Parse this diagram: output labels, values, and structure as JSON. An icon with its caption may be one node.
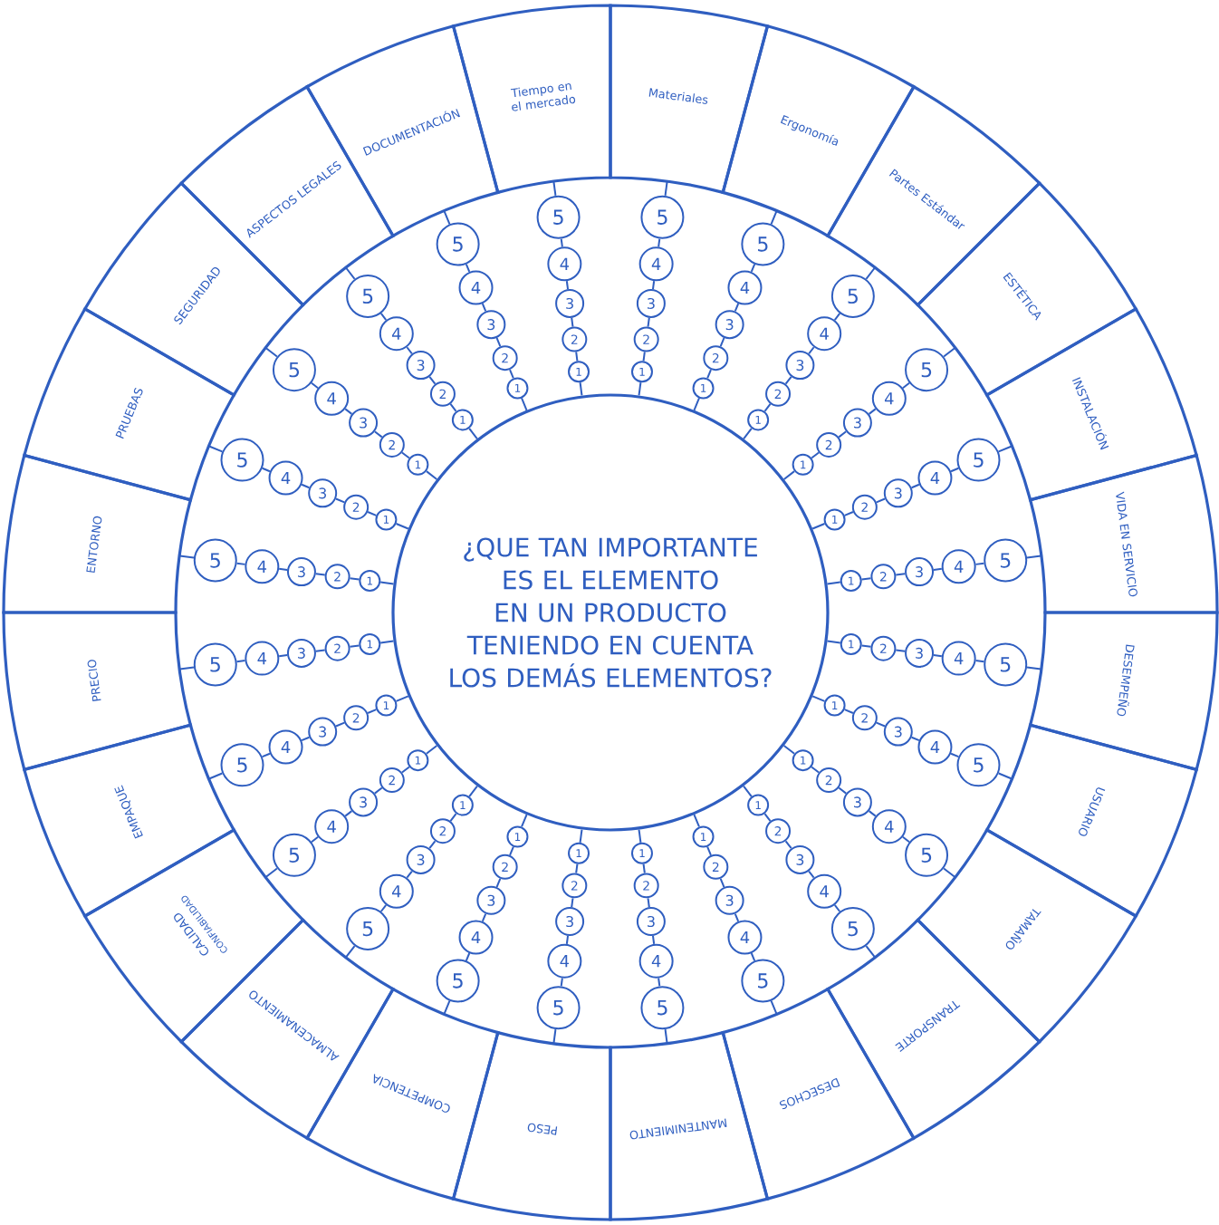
{
  "diagram": {
    "nodes": [
      {
        "text": [
          "¿QUE TAN IMPORTANTE ES EL ELEMENTO EN UN PRODUCTO TENIENDO EN CUENTA LOS DEMÁS ELEMENTOS?"
        ]
      },
      {
        "text": [
          "Tiempo en el mercado"
        ]
      },
      {
        "text": [
          "Materiales"
        ]
      },
      {
        "text": [
          "Ergonomía"
        ]
      },
      {
        "text": [
          "Partes Estándar"
        ]
      },
      {
        "text": [
          "ESTÉTICA"
        ]
      },
      {
        "text": [
          "INSTALACIÓN"
        ]
      },
      {
        "text": [
          "VIDA EN SERVICIO"
        ]
      },
      {
        "text": [
          "DESEMPEÑO"
        ]
      },
      {
        "text": [
          "USUARIO"
        ]
      },
      {
        "text": [
          "TAMAÑO"
        ]
      },
      {
        "text": [
          "TRANSPORTE"
        ]
      },
      {
        "text": [
          "DESECHOS"
        ]
      },
      {
        "text": [
          "MANTENIMIENTO"
        ]
      },
      {
        "text": [
          "PESO"
        ]
      },
      {
        "text": [
          "COMPETENCIA"
        ]
      },
      {
        "text": [
          "ALMACENAMIENTO"
        ]
      },
      {
        "text": [
          "CALIDAD",
          "CONFIABILIDAD"
        ]
      },
      {
        "text": [
          "EMPAQUE"
        ]
      },
      {
        "text": [
          "PRECIO"
        ]
      },
      {
        "text": [
          "ENTORNO"
        ]
      },
      {
        "text": [
          "PRUEBAS"
        ]
      },
      {
        "text": [
          "SEGURIDAD"
        ]
      },
      {
        "text": [
          "ASPECTOS LEGALES"
        ]
      },
      {
        "text": [
          "DOCUMENTACIÓN"
        ]
      },
      {
        "text": [
          "1"
        ]
      },
      {
        "text": [
          "2"
        ]
      },
      {
        "text": [
          "3"
        ]
      },
      {
        "text": [
          "4"
        ]
      },
      {
        "text": [
          "5"
        ]
      },
      {
        "text": [
          "1"
        ]
      },
      {
        "text": [
          "2"
        ]
      },
      {
        "text": [
          "3"
        ]
      },
      {
        "text": [
          "4"
        ]
      },
      {
        "text": [
          "5"
        ]
      },
      {
        "text": [
          "1"
        ]
      },
      {
        "text": [
          "2"
        ]
      },
      {
        "text": [
          "3"
        ]
      },
      {
        "text": [
          "4"
        ]
      },
      {
        "text": [
          "5"
        ]
      },
      {
        "text": [
          "1"
        ]
      },
      {
        "text": [
          "2"
        ]
      },
      {
        "text": [
          "3"
        ]
      },
      {
        "text": [
          "4"
        ]
      },
      {
        "text": [
          "5"
        ]
      },
      {
        "text": [
          "1"
        ]
      },
      {
        "text": [
          "2"
        ]
      },
      {
        "text": [
          "3"
        ]
      },
      {
        "text": [
          "4"
        ]
      },
      {
        "text": [
          "5"
        ]
      },
      {
        "text": [
          "1"
        ]
      },
      {
        "text": [
          "2"
        ]
      },
      {
        "text": [
          "3"
        ]
      },
      {
        "text": [
          "4"
        ]
      },
      {
        "text": [
          "5"
        ]
      },
      {
        "text": [
          "1"
        ]
      },
      {
        "text": [
          "2"
        ]
      },
      {
        "text": [
          "3"
        ]
      },
      {
        "text": [
          "4"
        ]
      },
      {
        "text": [
          "5"
        ]
      },
      {
        "text": [
          "1"
        ]
      },
      {
        "text": [
          "2"
        ]
      },
      {
        "text": [
          "3"
        ]
      },
      {
        "text": [
          "4"
        ]
      },
      {
        "text": [
          "5"
        ]
      },
      {
        "text": [
          "1"
        ]
      },
      {
        "text": [
          "2"
        ]
      },
      {
        "text": [
          "3"
        ]
      },
      {
        "text": [
          "4"
        ]
      },
      {
        "text": [
          "5"
        ]
      },
      {
        "text": [
          "1"
        ]
      },
      {
        "text": [
          "2"
        ]
      },
      {
        "text": [
          "3"
        ]
      },
      {
        "text": [
          "4"
        ]
      },
      {
        "text": [
          "5"
        ]
      },
      {
        "text": [
          "1"
        ]
      },
      {
        "text": [
          "2"
        ]
      },
      {
        "text": [
          "3"
        ]
      },
      {
        "text": [
          "4"
        ]
      },
      {
        "text": [
          "5"
        ]
      },
      {
        "text": [
          "1"
        ]
      },
      {
        "text": [
          "2"
        ]
      },
      {
        "text": [
          "3"
        ]
      },
      {
        "text": [
          "4"
        ]
      },
      {
        "text": [
          "5"
        ]
      },
      {
        "text": [
          "1"
        ]
      },
      {
        "text": [
          "2"
        ]
      },
      {
        "text": [
          "3"
        ]
      },
      {
        "text": [
          "4"
        ]
      },
      {
        "text": [
          "5"
        ]
      },
      {
        "text": [
          "1"
        ]
      },
      {
        "text": [
          "2"
        ]
      },
      {
        "text": [
          "3"
        ]
      },
      {
        "text": [
          "4"
        ]
      },
      {
        "text": [
          "5"
        ]
      },
      {
        "text": [
          "1"
        ]
      },
      {
        "text": [
          "2"
        ]
      },
      {
        "text": [
          "3"
        ]
      },
      {
        "text": [
          "4"
        ]
      },
      {
        "text": [
          "5"
        ]
      },
      {
        "text": [
          "1"
        ]
      },
      {
        "text": [
          "2"
        ]
      },
      {
        "text": [
          "3"
        ]
      },
      {
        "text": [
          "4"
        ]
      },
      {
        "text": [
          "5"
        ]
      },
      {
        "text": [
          "1"
        ]
      },
      {
        "text": [
          "2"
        ]
      },
      {
        "text": [
          "3"
        ]
      },
      {
        "text": [
          "4"
        ]
      },
      {
        "text": [
          "5"
        ]
      },
      {
        "text": [
          "1"
        ]
      },
      {
        "text": [
          "2"
        ]
      },
      {
        "text": [
          "3"
        ]
      },
      {
        "text": [
          "4"
        ]
      },
      {
        "text": [
          "5"
        ]
      },
      {
        "text": [
          "1"
        ]
      },
      {
        "text": [
          "2"
        ]
      },
      {
        "text": [
          "3"
        ]
      },
      {
        "text": [
          "4"
        ]
      },
      {
        "text": [
          "5"
        ]
      },
      {
        "text": [
          "1"
        ]
      },
      {
        "text": [
          "2"
        ]
      },
      {
        "text": [
          "3"
        ]
      },
      {
        "text": [
          "4"
        ]
      },
      {
        "text": [
          "5"
        ]
      },
      {
        "text": [
          "1"
        ]
      },
      {
        "text": [
          "2"
        ]
      },
      {
        "text": [
          "3"
        ]
      },
      {
        "text": [
          "4"
        ]
      },
      {
        "text": [
          "5"
        ]
      },
      {
        "text": [
          "1"
        ]
      },
      {
        "text": [
          "2"
        ]
      },
      {
        "text": [
          "3"
        ]
      },
      {
        "text": [
          "4"
        ]
      },
      {
        "text": [
          "5"
        ]
      },
      {
        "text": [
          "1"
        ]
      },
      {
        "text": [
          "2"
        ]
      },
      {
        "text": [
          "3"
        ]
      },
      {
        "text": [
          "4"
        ]
      },
      {
        "text": [
          "5"
        ]
      },
      {
        "text": [
          "1"
        ]
      },
      {
        "text": [
          "2"
        ]
      },
      {
        "text": [
          "3"
        ]
      },
      {
        "text": [
          "4"
        ]
      },
      {
        "text": [
          "5"
        ]
      }
    ],
    "edges": [
      {
        "from": 0,
        "to": 25,
        "arrow": "none"
      },
      {
        "from": 25,
        "to": 26,
        "arrow": "none"
      },
      {
        "from": 26,
        "to": 27,
        "arrow": "none"
      },
      {
        "from": 27,
        "to": 28,
        "arrow": "none"
      },
      {
        "from": 28,
        "to": 29,
        "arrow": "none"
      },
      {
        "from": 29,
        "to": 1,
        "arrow": "none"
      },
      {
        "from": 0,
        "to": 30,
        "arrow": "none"
      },
      {
        "from": 30,
        "to": 31,
        "arrow": "none"
      },
      {
        "from": 31,
        "to": 32,
        "arrow": "none"
      },
      {
        "from": 32,
        "to": 33,
        "arrow": "none"
      },
      {
        "from": 33,
        "to": 34,
        "arrow": "none"
      },
      {
        "from": 34,
        "to": 2,
        "arrow": "none"
      },
      {
        "from": 0,
        "to": 35,
        "arrow": "none"
      },
      {
        "from": 35,
        "to": 36,
        "arrow": "none"
      },
      {
        "from": 36,
        "to": 37,
        "arrow": "none"
      },
      {
        "from": 37,
        "to": 38,
        "arrow": "none"
      },
      {
        "from": 38,
        "to": 39,
        "arrow": "none"
      },
      {
        "from": 39,
        "to": 3,
        "arrow": "none"
      },
      {
        "from": 0,
        "to": 40,
        "arrow": "none"
      },
      {
        "from": 40,
        "to": 41,
        "arrow": "none"
      },
      {
        "from": 41,
        "to": 42,
        "arrow": "none"
      },
      {
        "from": 42,
        "to": 43,
        "arrow": "none"
      },
      {
        "from": 43,
        "to": 44,
        "arrow": "none"
      },
      {
        "from": 44,
        "to": 4,
        "arrow": "none"
      },
      {
        "from": 0,
        "to": 45,
        "arrow": "none"
      },
      {
        "from": 45,
        "to": 46,
        "arrow": "none"
      },
      {
        "from": 46,
        "to": 47,
        "arrow": "none"
      },
      {
        "from": 47,
        "to": 48,
        "arrow": "none"
      },
      {
        "from": 48,
        "to": 49,
        "arrow": "none"
      },
      {
        "from": 49,
        "to": 5,
        "arrow": "none"
      },
      {
        "from": 0,
        "to": 50,
        "arrow": "none"
      },
      {
        "from": 50,
        "to": 51,
        "arrow": "none"
      },
      {
        "from": 51,
        "to": 52,
        "arrow": "none"
      },
      {
        "from": 52,
        "to": 53,
        "arrow": "none"
      },
      {
        "from": 53,
        "to": 54,
        "arrow": "none"
      },
      {
        "from": 54,
        "to": 6,
        "arrow": "none"
      },
      {
        "from": 0,
        "to": 55,
        "arrow": "none"
      },
      {
        "from": 55,
        "to": 56,
        "arrow": "none"
      },
      {
        "from": 56,
        "to": 57,
        "arrow": "none"
      },
      {
        "from": 57,
        "to": 58,
        "arrow": "none"
      },
      {
        "from": 58,
        "to": 59,
        "arrow": "none"
      },
      {
        "from": 59,
        "to": 7,
        "arrow": "none"
      },
      {
        "from": 0,
        "to": 60,
        "arrow": "none"
      },
      {
        "from": 60,
        "to": 61,
        "arrow": "none"
      },
      {
        "from": 61,
        "to": 62,
        "arrow": "none"
      },
      {
        "from": 62,
        "to": 63,
        "arrow": "none"
      },
      {
        "from": 63,
        "to": 64,
        "arrow": "none"
      },
      {
        "from": 64,
        "to": 8,
        "arrow": "none"
      },
      {
        "from": 0,
        "to": 65,
        "arrow": "none"
      },
      {
        "from": 65,
        "to": 66,
        "arrow": "none"
      },
      {
        "from": 66,
        "to": 67,
        "arrow": "none"
      },
      {
        "from": 67,
        "to": 68,
        "arrow": "none"
      },
      {
        "from": 68,
        "to": 69,
        "arrow": "none"
      },
      {
        "from": 69,
        "to": 9,
        "arrow": "none"
      },
      {
        "from": 0,
        "to": 70,
        "arrow": "none"
      },
      {
        "from": 70,
        "to": 71,
        "arrow": "none"
      },
      {
        "from": 71,
        "to": 72,
        "arrow": "none"
      },
      {
        "from": 72,
        "to": 73,
        "arrow": "none"
      },
      {
        "from": 73,
        "to": 74,
        "arrow": "none"
      },
      {
        "from": 74,
        "to": 10,
        "arrow": "none"
      },
      {
        "from": 0,
        "to": 75,
        "arrow": "none"
      },
      {
        "from": 75,
        "to": 76,
        "arrow": "none"
      },
      {
        "from": 76,
        "to": 77,
        "arrow": "none"
      },
      {
        "from": 77,
        "to": 78,
        "arrow": "none"
      },
      {
        "from": 78,
        "to": 79,
        "arrow": "none"
      },
      {
        "from": 79,
        "to": 11,
        "arrow": "none"
      },
      {
        "from": 0,
        "to": 80,
        "arrow": "none"
      },
      {
        "from": 80,
        "to": 81,
        "arrow": "none"
      },
      {
        "from": 81,
        "to": 82,
        "arrow": "none"
      },
      {
        "from": 82,
        "to": 83,
        "arrow": "none"
      },
      {
        "from": 83,
        "to": 84,
        "arrow": "none"
      },
      {
        "from": 84,
        "to": 12,
        "arrow": "none"
      },
      {
        "from": 0,
        "to": 85,
        "arrow": "none"
      },
      {
        "from": 85,
        "to": 86,
        "arrow": "none"
      },
      {
        "from": 86,
        "to": 87,
        "arrow": "none"
      },
      {
        "from": 87,
        "to": 88,
        "arrow": "none"
      },
      {
        "from": 88,
        "to": 89,
        "arrow": "none"
      },
      {
        "from": 89,
        "to": 13,
        "arrow": "none"
      },
      {
        "from": 0,
        "to": 90,
        "arrow": "none"
      },
      {
        "from": 90,
        "to": 91,
        "arrow": "none"
      },
      {
        "from": 91,
        "to": 92,
        "arrow": "none"
      },
      {
        "from": 92,
        "to": 93,
        "arrow": "none"
      },
      {
        "from": 93,
        "to": 94,
        "arrow": "none"
      },
      {
        "from": 94,
        "to": 14,
        "arrow": "none"
      },
      {
        "from": 0,
        "to": 95,
        "arrow": "none"
      },
      {
        "from": 95,
        "to": 96,
        "arrow": "none"
      },
      {
        "from": 96,
        "to": 97,
        "arrow": "none"
      },
      {
        "from": 97,
        "to": 98,
        "arrow": "none"
      },
      {
        "from": 98,
        "to": 99,
        "arrow": "none"
      },
      {
        "from": 99,
        "to": 15,
        "arrow": "none"
      },
      {
        "from": 0,
        "to": 100,
        "arrow": "none"
      },
      {
        "from": 100,
        "to": 101,
        "arrow": "none"
      },
      {
        "from": 101,
        "to": 102,
        "arrow": "none"
      },
      {
        "from": 102,
        "to": 103,
        "arrow": "none"
      },
      {
        "from": 103,
        "to": 104,
        "arrow": "none"
      },
      {
        "from": 104,
        "to": 16,
        "arrow": "none"
      },
      {
        "from": 0,
        "to": 105,
        "arrow": "none"
      },
      {
        "from": 105,
        "to": 106,
        "arrow": "none"
      },
      {
        "from": 106,
        "to": 107,
        "arrow": "none"
      },
      {
        "from": 107,
        "to": 108,
        "arrow": "none"
      },
      {
        "from": 108,
        "to": 109,
        "arrow": "none"
      },
      {
        "from": 109,
        "to": 17,
        "arrow": "none"
      },
      {
        "from": 0,
        "to": 110,
        "arrow": "none"
      },
      {
        "from": 110,
        "to": 111,
        "arrow": "none"
      },
      {
        "from": 111,
        "to": 112,
        "arrow": "none"
      },
      {
        "from": 112,
        "to": 113,
        "arrow": "none"
      },
      {
        "from": 113,
        "to": 114,
        "arrow": "none"
      },
      {
        "from": 114,
        "to": 18,
        "arrow": "none"
      },
      {
        "from": 0,
        "to": 115,
        "arrow": "none"
      },
      {
        "from": 115,
        "to": 116,
        "arrow": "none"
      },
      {
        "from": 116,
        "to": 117,
        "arrow": "none"
      },
      {
        "from": 117,
        "to": 118,
        "arrow": "none"
      },
      {
        "from": 118,
        "to": 119,
        "arrow": "none"
      },
      {
        "from": 119,
        "to": 19,
        "arrow": "none"
      },
      {
        "from": 0,
        "to": 120,
        "arrow": "none"
      },
      {
        "from": 120,
        "to": 121,
        "arrow": "none"
      },
      {
        "from": 121,
        "to": 122,
        "arrow": "none"
      },
      {
        "from": 122,
        "to": 123,
        "arrow": "none"
      },
      {
        "from": 123,
        "to": 124,
        "arrow": "none"
      },
      {
        "from": 124,
        "to": 20,
        "arrow": "none"
      },
      {
        "from": 0,
        "to": 125,
        "arrow": "none"
      },
      {
        "from": 125,
        "to": 126,
        "arrow": "none"
      },
      {
        "from": 126,
        "to": 127,
        "arrow": "none"
      },
      {
        "from": 127,
        "to": 128,
        "arrow": "none"
      },
      {
        "from": 128,
        "to": 129,
        "arrow": "none"
      },
      {
        "from": 129,
        "to": 21,
        "arrow": "none"
      },
      {
        "from": 0,
        "to": 130,
        "arrow": "none"
      },
      {
        "from": 130,
        "to": 131,
        "arrow": "none"
      },
      {
        "from": 131,
        "to": 132,
        "arrow": "none"
      },
      {
        "from": 132,
        "to": 133,
        "arrow": "none"
      },
      {
        "from": 133,
        "to": 134,
        "arrow": "none"
      },
      {
        "from": 134,
        "to": 22,
        "arrow": "none"
      },
      {
        "from": 0,
        "to": 135,
        "arrow": "none"
      },
      {
        "from": 135,
        "to": 136,
        "arrow": "none"
      },
      {
        "from": 136,
        "to": 137,
        "arrow": "none"
      },
      {
        "from": 137,
        "to": 138,
        "arrow": "none"
      },
      {
        "from": 138,
        "to": 139,
        "arrow": "none"
      },
      {
        "from": 139,
        "to": 23,
        "arrow": "none"
      },
      {
        "from": 0,
        "to": 140,
        "arrow": "none"
      },
      {
        "from": 140,
        "to": 141,
        "arrow": "none"
      },
      {
        "from": 141,
        "to": 142,
        "arrow": "none"
      },
      {
        "from": 142,
        "to": 143,
        "arrow": "none"
      },
      {
        "from": 143,
        "to": 144,
        "arrow": "none"
      },
      {
        "from": 144,
        "to": 24,
        "arrow": "none"
      }
    ]
  }
}
